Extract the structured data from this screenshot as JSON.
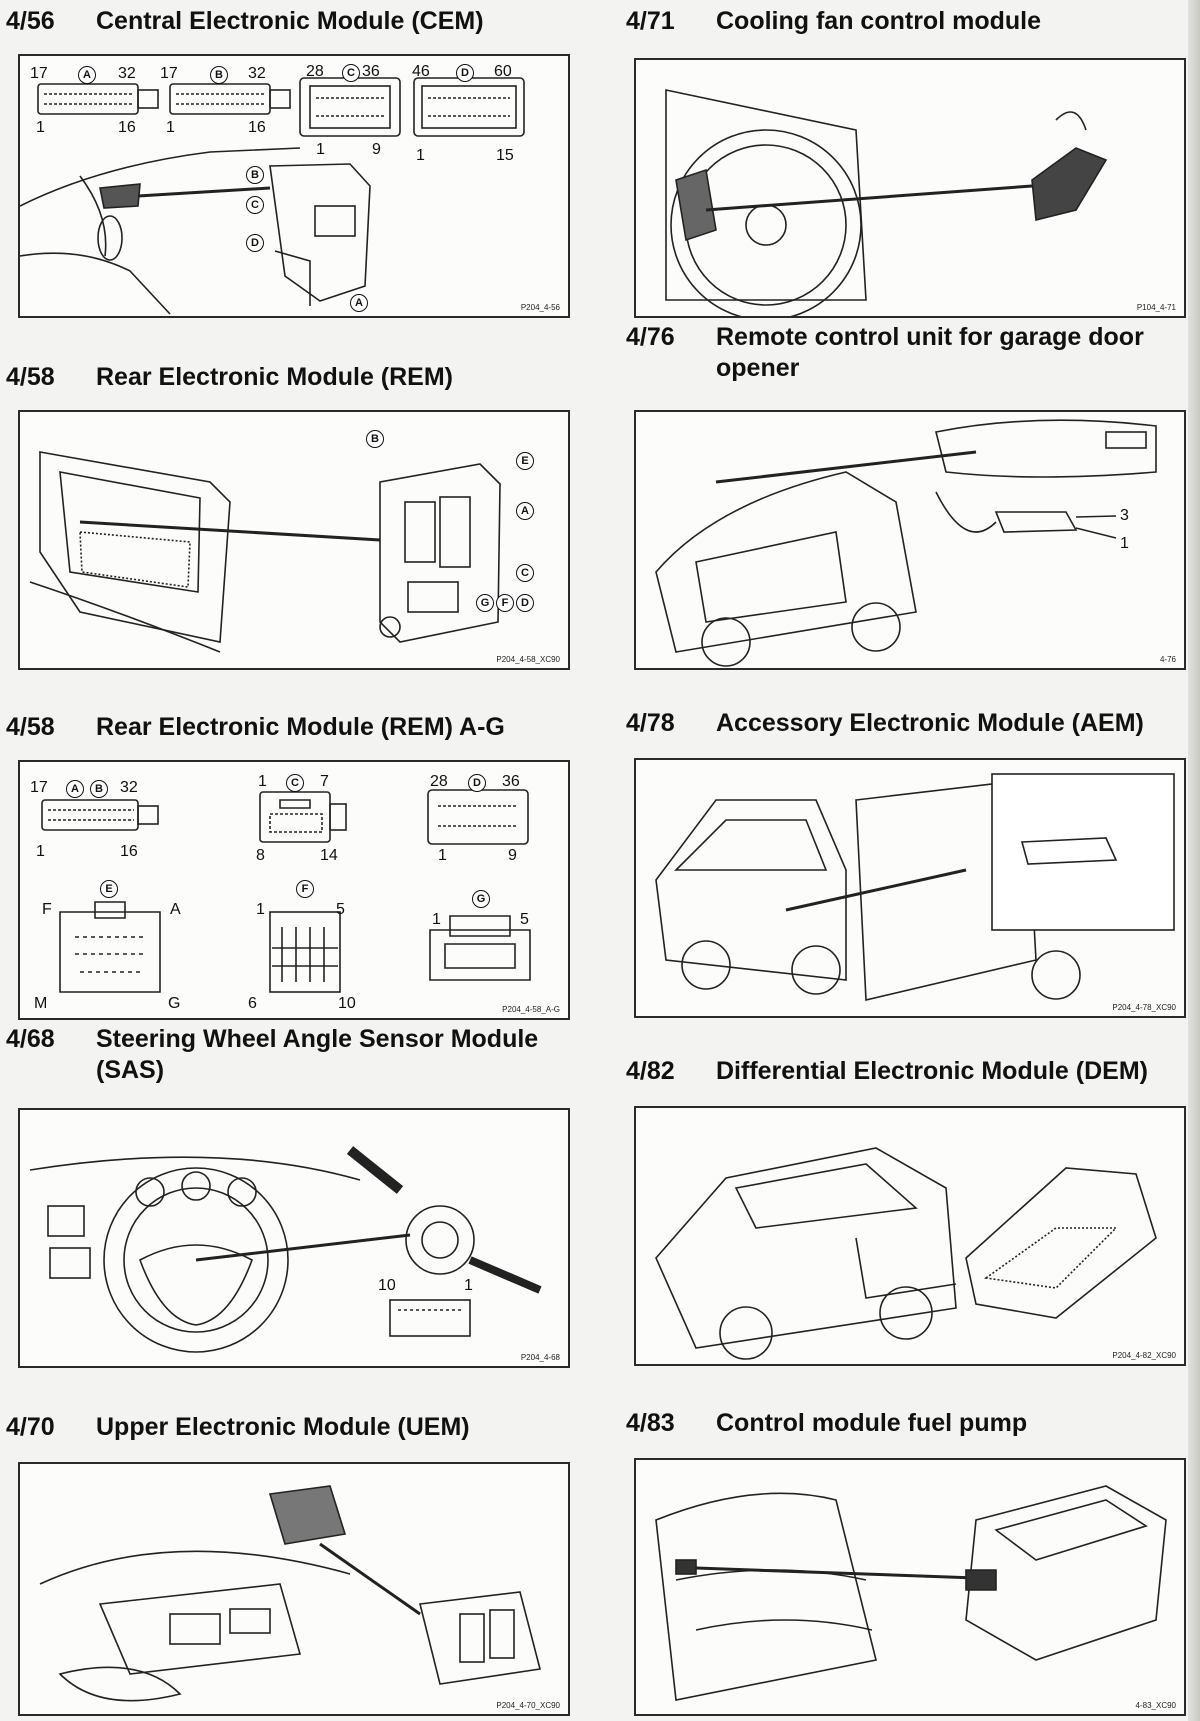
{
  "sections": {
    "s456": {
      "code": "4/56",
      "title": "Central Electronic Module (CEM)",
      "ref": "P204_4-56",
      "pins": [
        "17",
        "32",
        "1",
        "16",
        "17",
        "32",
        "1",
        "16",
        "28",
        "36",
        "1",
        "9",
        "46",
        "60",
        "1",
        "15"
      ],
      "connectors": [
        "A",
        "B",
        "C",
        "D",
        "B",
        "C",
        "D",
        "A"
      ]
    },
    "s471": {
      "code": "4/71",
      "title": "Cooling fan control module",
      "ref": "P104_4-71"
    },
    "s476": {
      "code": "4/76",
      "title": "Remote control unit for garage door opener",
      "ref": "4-76",
      "pins": [
        "3",
        "1"
      ]
    },
    "s458": {
      "code": "4/58",
      "title": "Rear Electronic Module (REM)",
      "ref": "P204_4-58_XC90",
      "connectors": [
        "B",
        "E",
        "A",
        "C",
        "G",
        "F",
        "D"
      ]
    },
    "s458ag": {
      "code": "4/58",
      "title": "Rear Electronic Module (REM) A-G",
      "ref": "P204_4-58_A-G",
      "pins": [
        "17",
        "32",
        "1",
        "16",
        "1",
        "7",
        "8",
        "14",
        "28",
        "36",
        "1",
        "9",
        "F",
        "A",
        "M",
        "G",
        "1",
        "5",
        "6",
        "10",
        "1",
        "5"
      ],
      "connectors": [
        "A",
        "B",
        "C",
        "D",
        "E",
        "F",
        "G"
      ]
    },
    "s478": {
      "code": "4/78",
      "title": "Accessory Electronic Module (AEM)",
      "ref": "P204_4-78_XC90"
    },
    "s468": {
      "code": "4/68",
      "title": "Steering Wheel Angle Sensor Module (SAS)",
      "ref": "P204_4-68",
      "pins": [
        "10",
        "1"
      ]
    },
    "s482": {
      "code": "4/82",
      "title": "Differential Electronic Module (DEM)",
      "ref": "P204_4-82_XC90"
    },
    "s470": {
      "code": "4/70",
      "title": "Upper Electronic Module (UEM)",
      "ref": "P204_4-70_XC90"
    },
    "s483": {
      "code": "4/83",
      "title": "Control module fuel pump",
      "ref": "4-83_XC90"
    }
  }
}
